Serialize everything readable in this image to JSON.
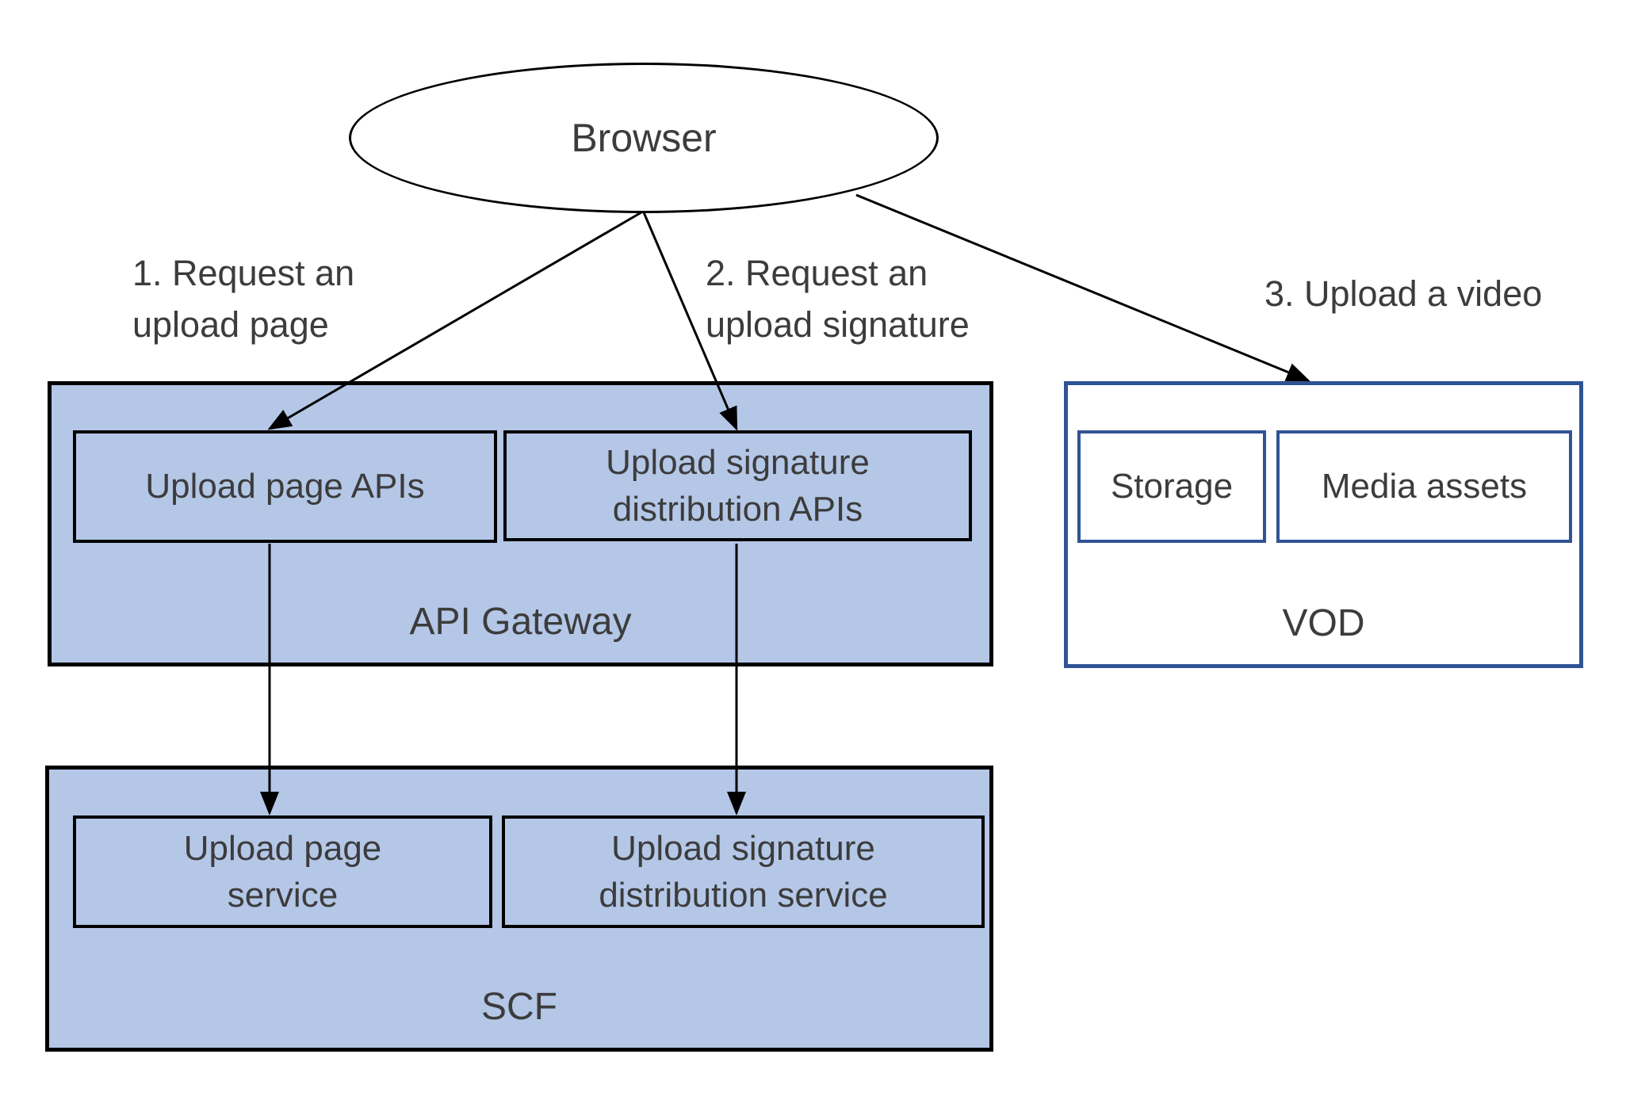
{
  "colors": {
    "container_fill": "#B4C7E7",
    "container_border": "#000000",
    "vod_border": "#2F5496",
    "arrow_color": "#000000",
    "text_color": "#3C3C3C"
  },
  "browser": {
    "label": "Browser"
  },
  "edge_labels": {
    "step1": "1. Request an\nupload page",
    "step2": "2. Request an\nupload signature",
    "step3": "3. Upload a video"
  },
  "api_gateway": {
    "label": "API Gateway",
    "upload_page_apis": "Upload page APIs",
    "upload_signature_apis": "Upload signature\ndistribution APIs"
  },
  "scf": {
    "label": "SCF",
    "upload_page_service": "Upload page\nservice",
    "upload_signature_service": "Upload signature\ndistribution service"
  },
  "vod": {
    "label": "VOD",
    "storage": "Storage",
    "media_assets": "Media assets"
  }
}
